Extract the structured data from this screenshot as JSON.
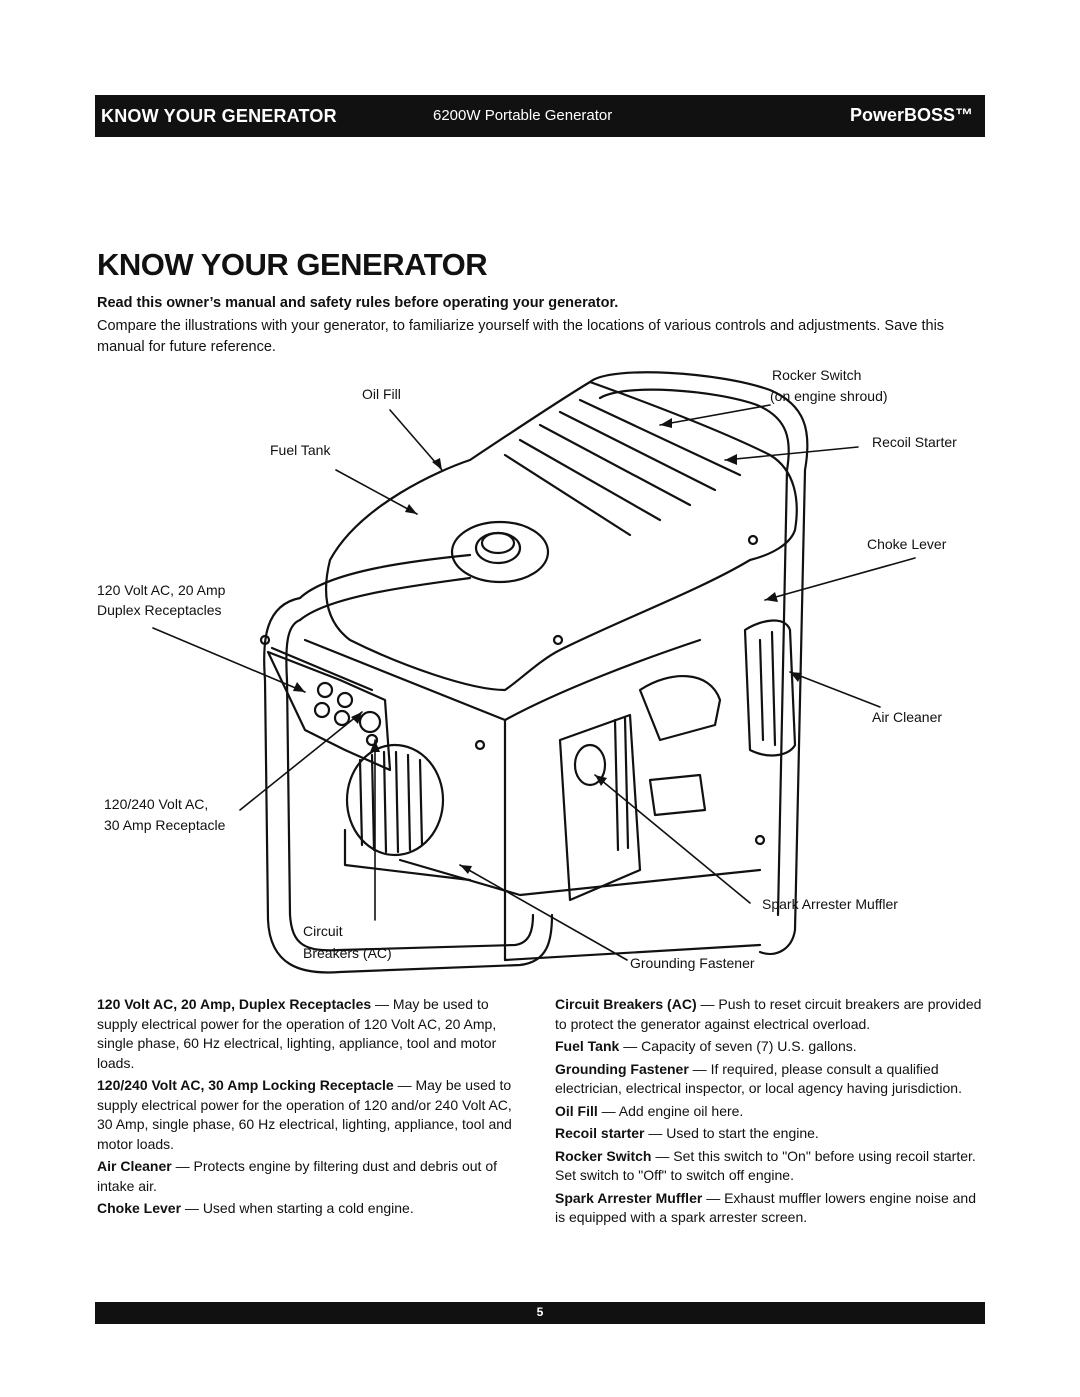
{
  "header": {
    "section": "KNOW YOUR GENERATOR",
    "product": "6200W Portable Generator",
    "brand": "PowerBOSS™"
  },
  "title": "KNOW YOUR GENERATOR",
  "intro": {
    "bold": "Read this owner’s manual and safety rules before operating your generator.",
    "text": "Compare the illustrations with your generator, to familiarize yourself with the locations of various controls and adjustments. Save this manual for future reference."
  },
  "labels": {
    "oil_fill": "Oil Fill",
    "fuel_tank": "Fuel Tank",
    "rocker_switch_1": "Rocker Switch",
    "rocker_switch_2": "(on engine shroud)",
    "recoil_starter": "Recoil Starter",
    "choke_lever": "Choke Lever",
    "duplex_1": "120 Volt AC, 20 Amp",
    "duplex_2": "Duplex Receptacles",
    "air_cleaner": "Air Cleaner",
    "receptacle_30_1": "120/240 Volt AC,",
    "receptacle_30_2": "30 Amp Receptacle",
    "spark_arrester": "Spark Arrester Muffler",
    "circuit_1": "Circuit",
    "circuit_2": "Breakers (AC)",
    "grounding": "Grounding Fastener"
  },
  "left_column": [
    {
      "term": "120 Volt AC, 20 Amp, Duplex Receptacles",
      "desc": " — May be used to supply electrical power for the operation of 120 Volt AC, 20 Amp, single phase, 60 Hz electrical, lighting, appliance, tool and motor loads."
    },
    {
      "term": "120/240 Volt AC, 30 Amp Locking Receptacle",
      "desc": " — May be used to supply electrical power for the operation of 120 and/or 240 Volt AC, 30 Amp, single phase, 60 Hz electrical, lighting, appliance, tool and motor loads."
    },
    {
      "term": "Air Cleaner",
      "desc": " — Protects engine by filtering dust and debris out of intake air."
    },
    {
      "term": "Choke Lever",
      "desc": " — Used when starting a cold engine."
    }
  ],
  "right_column": [
    {
      "term": "Circuit Breakers (AC)",
      "desc": " — Push to reset circuit breakers are provided to protect the generator against electrical overload."
    },
    {
      "term": "Fuel Tank",
      "desc": " — Capacity of seven (7) U.S. gallons."
    },
    {
      "term": "Grounding Fastener",
      "desc": " — If required, please consult a qualified electrician, electrical inspector, or local agency having jurisdiction."
    },
    {
      "term": "Oil Fill",
      "desc": " — Add engine oil here."
    },
    {
      "term": "Recoil starter",
      "desc": " — Used to start the engine."
    },
    {
      "term": "Rocker Switch",
      "desc": " — Set this switch to \"On\" before using recoil starter. Set switch to \"Off\" to switch off engine."
    },
    {
      "term": "Spark Arrester Muffler",
      "desc": " — Exhaust muffler lowers engine noise and is equipped with a spark arrester screen."
    }
  ],
  "footer": {
    "page_number": "5"
  }
}
